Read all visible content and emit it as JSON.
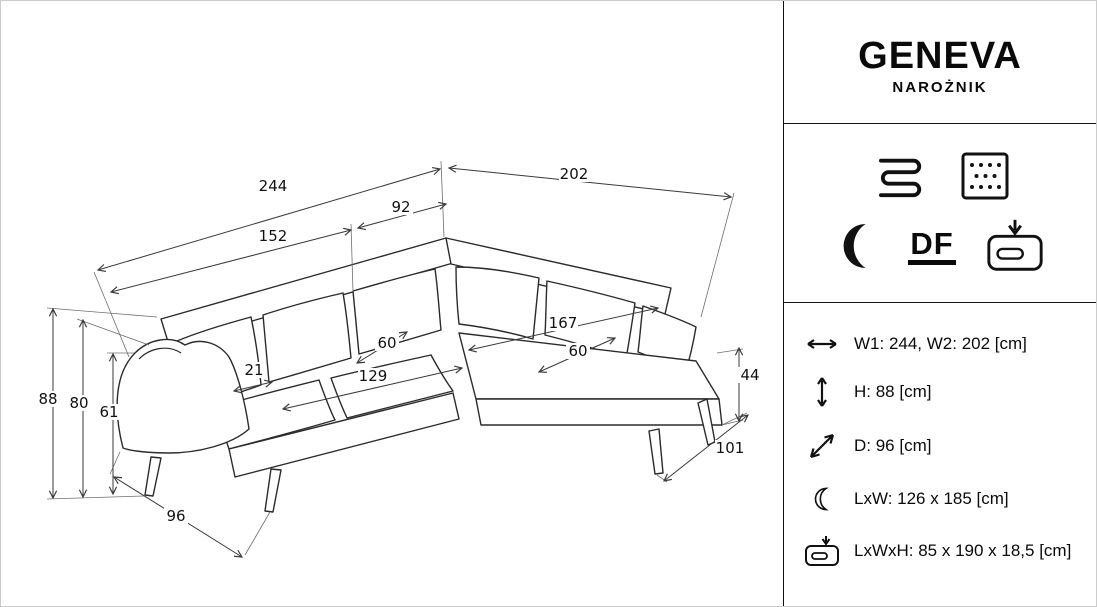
{
  "drawing": {
    "dims": {
      "w1": "244",
      "w2": "202",
      "back_left": "152",
      "back_corner": "92",
      "h_total": "88",
      "h_back": "80",
      "h_arm": "61",
      "arm_front": "21",
      "seat_front": "129",
      "seat_depth": "60",
      "chaise_length": "167",
      "chaise_depth": "60",
      "seat_height": "44",
      "chaise_width": "101",
      "depth": "96"
    }
  },
  "panel": {
    "title": "GENEVA",
    "subtitle": "NAROŻNIK",
    "features": {
      "df_label": "DF",
      "icons": [
        "spring-coil-icon",
        "pocket-springs-icon",
        "moon-icon",
        "storage-box-icon"
      ]
    },
    "specs": [
      {
        "icon": "width-arrow-icon",
        "text": "W1: 244, W2: 202 [cm]"
      },
      {
        "icon": "height-arrow-icon",
        "text": "H: 88 [cm]"
      },
      {
        "icon": "depth-arrow-icon",
        "text": "D: 96 [cm]"
      },
      {
        "icon": "moon-icon",
        "text": "LxW: 126 x 185 [cm]"
      },
      {
        "icon": "storage-box-icon",
        "text": "LxWxH: 85 x 190 x 18,5 [cm]"
      }
    ]
  }
}
